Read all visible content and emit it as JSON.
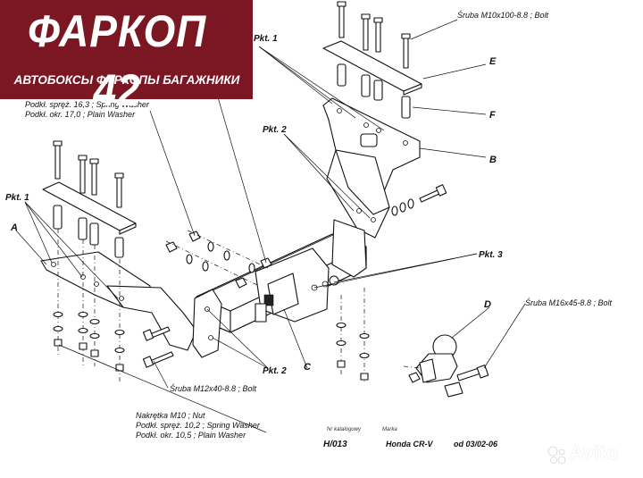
{
  "banner": {
    "title": "ФАРКОП 42",
    "subtitle": "АВТОБОКСЫ ФАРКОПЫ БАГАЖНИКИ"
  },
  "labels": {
    "pkt1_top": "Pkt. 1",
    "pkt1_left": "Pkt. 1",
    "pkt2_upper": "Pkt. 2",
    "pkt2_lower": "Pkt. 2",
    "pkt3": "Pkt. 3",
    "part_a": "A",
    "part_b": "B",
    "part_c": "C",
    "part_d": "D",
    "part_e": "E",
    "part_f": "F"
  },
  "notes": {
    "bolt_top": "Śruba M10x100-8.8 ;  Bolt",
    "bolt_right": "Śruba M16x45-8.8 ;  Bolt",
    "bolt_left": "Śruba M12x40-8.8 ;  Bolt",
    "washer_spring_top": "Podkł. spręż. 16,3 ; Spring Washer",
    "washer_plain_top": "Podkł. okr. 17,0 ; Plain Washer",
    "nut_bottom": "Nakrętka  M10 ; Nut",
    "washer_spring_bottom": "Podkł. spręż. 10,2 ; Spring Washer",
    "washer_plain_bottom": "Podkł. okr. 10,5 ;  Plain Washer"
  },
  "catalog": {
    "nr_label": "Nr katalogowy",
    "marka_label": "Marka",
    "number": "H/013",
    "model": "Honda CR-V",
    "date": "od 03/02-06"
  },
  "watermark": {
    "text": "Avito",
    "icon": "avito-dots-icon"
  },
  "colors": {
    "banner_bg": "#7a1722",
    "banner_text": "#ffffff",
    "line": "#111111"
  }
}
